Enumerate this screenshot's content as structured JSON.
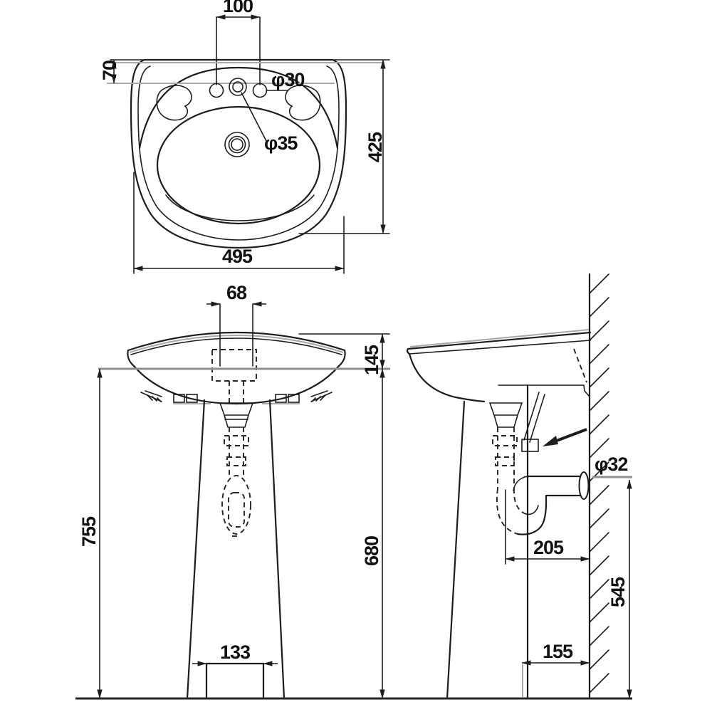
{
  "colors": {
    "background": "#ffffff",
    "line": "#1d1d1d",
    "accent_gray": "#8f8f8f",
    "text": "#121212"
  },
  "plan_view": {
    "hole_spacing": "100",
    "rim_to_holes": "70",
    "side_hole_diameter": "φ30",
    "center_hole_diameter": "φ35",
    "depth": "425",
    "width": "495"
  },
  "front_view": {
    "tap_platform_width": "68",
    "basin_rim_height": "145",
    "overall_height": "755",
    "height_under_basin": "680",
    "base_opening_width": "133"
  },
  "side_view": {
    "waste_outlet_diameter": "φ32",
    "trap_to_wall_distance": "205",
    "outlet_height_from_floor": "545",
    "pedestal_base_to_wall": "155"
  }
}
